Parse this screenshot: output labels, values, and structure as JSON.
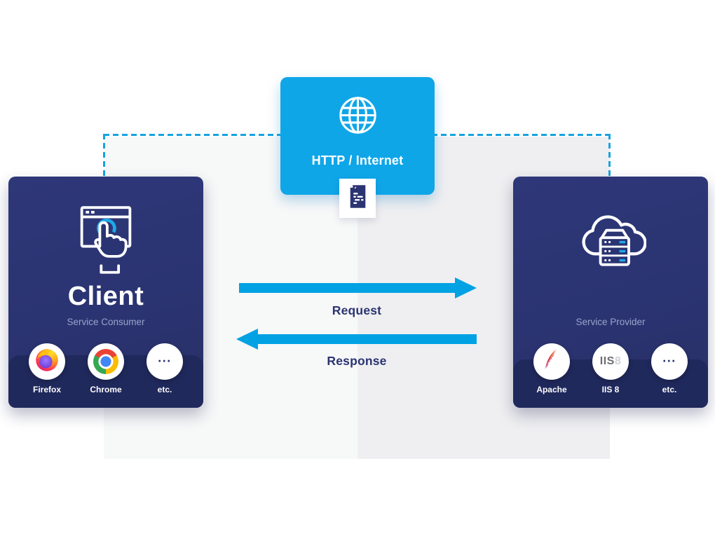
{
  "http_card": {
    "label": "HTTP / Internet",
    "icon": "globe-icon"
  },
  "transport": {
    "icon": "document-code-icon"
  },
  "client_card": {
    "title": "Client",
    "subtitle": "Service Consumer",
    "icon": "browser-tap-icon",
    "platforms": [
      {
        "label": "Firefox",
        "icon": "firefox-icon"
      },
      {
        "label": "Chrome",
        "icon": "chrome-icon"
      },
      {
        "label": "etc.",
        "icon": "ellipsis-icon",
        "icon_text": "..."
      }
    ]
  },
  "provider_card": {
    "subtitle": "Service Provider",
    "icon": "cloud-server-icon",
    "platforms": [
      {
        "label": "Apache",
        "icon": "apache-feather-icon"
      },
      {
        "label": "IIS 8",
        "icon": "iis-logo",
        "icon_text_main": "IIS",
        "icon_text_accent": "8"
      },
      {
        "label": "etc.",
        "icon": "ellipsis-icon",
        "icon_text": "..."
      }
    ]
  },
  "arrows": {
    "request_label": "Request",
    "response_label": "Response"
  },
  "colors": {
    "accent_cyan": "#00a2e3",
    "card_cyan": "#0fa6e8",
    "dashed_line": "#16a3e0",
    "navy": "#2b3472",
    "navy_band": "#20295c",
    "subtitle_text": "#9aa3cb",
    "panel_left": "#f7f8f8",
    "panel_right": "#efeff1"
  }
}
